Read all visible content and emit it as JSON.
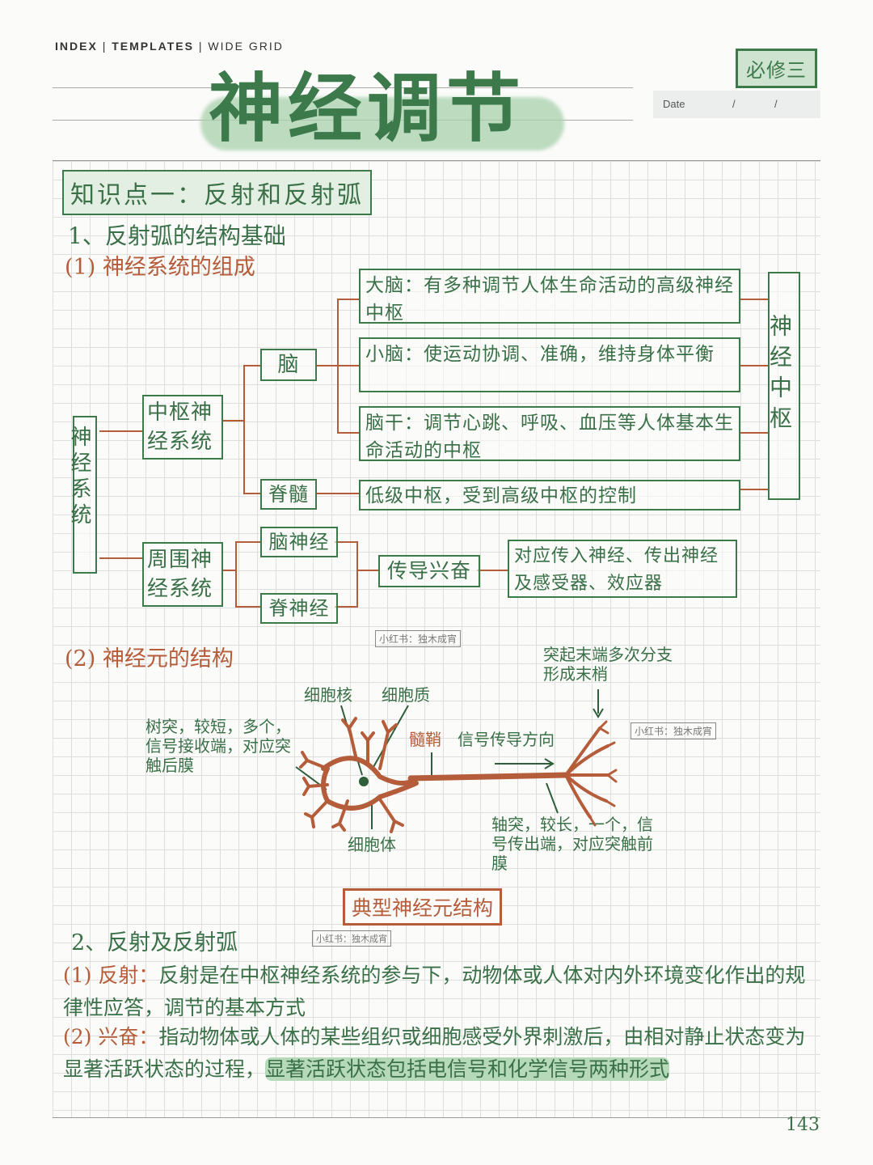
{
  "header": {
    "index": "INDEX",
    "templates": "TEMPLATES",
    "wide_grid": "WIDE GRID",
    "sep": "|",
    "tag": "必修三",
    "date_label": "Date",
    "date_slash": "/"
  },
  "title": "神经调节",
  "knowledge_point": "知识点一：反射和反射弧",
  "section1": {
    "heading": "1、反射弧的结构基础",
    "sub1": "(1) 神经系统的组成"
  },
  "tree": {
    "root": "神经系统",
    "cns": "中枢神经系统",
    "pns": "周围神经系统",
    "brain": "脑",
    "spinal": "脊髓",
    "cerebrum": "大脑：有多种调节人体生命活动的高级神经中枢",
    "cerebellum": "小脑：使运动协调、准确，维持身体平衡",
    "brainstem": "脑干：调节心跳、呼吸、血压等人体基本生命活动的中枢",
    "spinal_desc": "低级中枢，受到高级中枢的控制",
    "center": "神经中枢",
    "cranial": "脑神经",
    "spinal_nerve": "脊神经",
    "conduct": "传导兴奋",
    "conduct_desc": "对应传入神经、传出神经及感受器、效应器"
  },
  "neuron": {
    "sub2": "(2) 神经元的结构",
    "nucleus": "细胞核",
    "cytoplasm": "细胞质",
    "terminal": "突起末端多次分支形成末梢",
    "dendrite": "树突，较短，多个，信号接收端，对应突触后膜",
    "myelin": "髓鞘",
    "direction": "信号传导方向",
    "soma": "细胞体",
    "axon": "轴突，较长，一个，信号传出端，对应突触前膜",
    "caption": "典型神经元结构",
    "watermark": "小红书：独木成宵"
  },
  "section2": {
    "heading": "2、反射及反射弧",
    "p1_label": "(1) 反射：",
    "p1_text": "反射是在中枢神经系统的参与下，动物体或人体对内外环境变化作出的规律性应答，调节的基本方式",
    "p2_label": "(2) 兴奋：",
    "p2_text": "指动物体或人体的某些组织或细胞感受外界刺激后，由相对静止状态变为显著活跃状态的过程，",
    "p2_highlight": "显著活跃状态包括电信号和化学信号两种形式"
  },
  "page_number": "143",
  "colors": {
    "green": "#3d7a4a",
    "orange": "#b55d3a",
    "highlight": "#b6dab9"
  }
}
